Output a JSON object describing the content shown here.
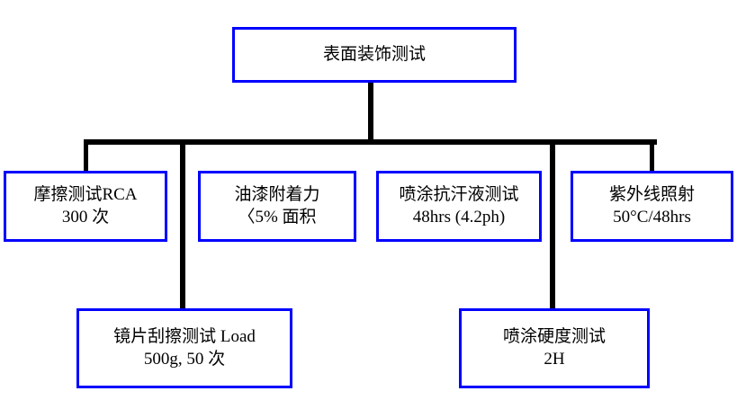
{
  "diagram": {
    "title": "表面装饰测试",
    "background_color": "#ffffff",
    "box_border_color": "#0000ff",
    "connector_color": "#000000",
    "root": {
      "label": "表面装饰测试"
    },
    "level2": [
      {
        "id": "rca",
        "line1": "摩擦测试RCA",
        "line2": "300 次"
      },
      {
        "id": "adhesion",
        "line1": "油漆附着力",
        "line2": "〈5% 面积"
      },
      {
        "id": "sweat",
        "line1": "喷涂抗汗液测试",
        "line2": "48hrs (4.2ph)"
      },
      {
        "id": "uv",
        "line1": "紫外线照射",
        "line2": "50°C/48hrs"
      }
    ],
    "level3": [
      {
        "id": "lens",
        "line1": "镜片刮擦测试 Load",
        "line2": "500g, 50 次"
      },
      {
        "id": "hardness",
        "line1": "喷涂硬度测试",
        "line2": "2H"
      }
    ]
  }
}
